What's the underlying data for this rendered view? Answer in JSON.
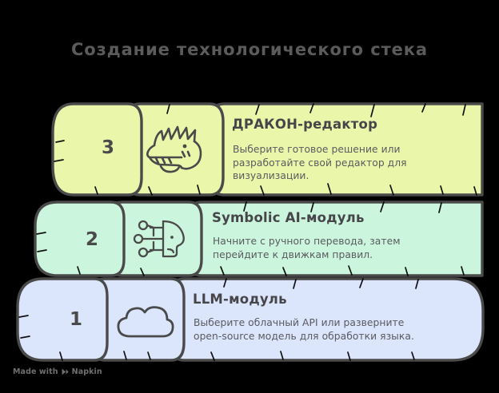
{
  "page": {
    "title": "Создание технологического стека",
    "background_color": "#000000",
    "title_color": "#5b5b5b"
  },
  "cards": [
    {
      "number": "3",
      "heading": "ДРАКОН-редактор",
      "description_lines": [
        "Выберите готовое решение или",
        "разработайте свой редактор для",
        "визуализации."
      ],
      "icon": "dragon-head-icon",
      "fill_color": "#eaf7ab",
      "stroke_color": "#4a4a4a"
    },
    {
      "number": "2",
      "heading": "Symbolic AI-модуль",
      "description_lines": [
        "Начните с ручного перевода, затем",
        "перейдите к движкам правил."
      ],
      "icon": "ai-head-circuit-icon",
      "fill_color": "#ccf5dd",
      "stroke_color": "#4a4a4a"
    },
    {
      "number": "1",
      "heading": "LLM-модуль",
      "description_lines": [
        "Выберите облачный API или разверните",
        "open-source модель для обработки языка."
      ],
      "icon": "cloud-icon",
      "fill_color": "#dbe5fb",
      "stroke_color": "#4a4a4a"
    }
  ],
  "footer": {
    "made_with_label": "Made with",
    "brand": "Napkin",
    "logo_icon": "napkin-logo-icon"
  }
}
